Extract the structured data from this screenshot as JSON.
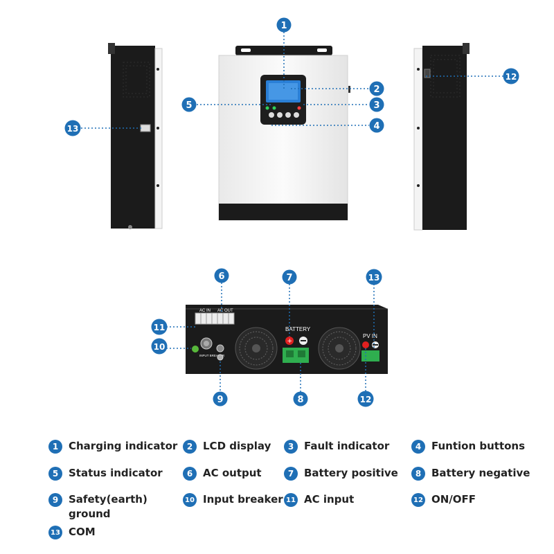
{
  "callouts": [
    "1",
    "2",
    "3",
    "4",
    "5",
    "6",
    "7",
    "8",
    "9",
    "10",
    "11",
    "12",
    "13"
  ],
  "panel_labels": {
    "ac_in": "AC  IN",
    "ac_out": "AC OUT",
    "battery": "BATTERY",
    "pv_in": "PV  IN",
    "input_breaker": "INPUT BREAKER"
  },
  "legend": [
    {
      "num": "1",
      "label": "Charging indicator"
    },
    {
      "num": "2",
      "label": "LCD display"
    },
    {
      "num": "3",
      "label": "Fault indicator"
    },
    {
      "num": "4",
      "label": "Funtion buttons"
    },
    {
      "num": "5",
      "label": "Status indicator"
    },
    {
      "num": "6",
      "label": "AC output"
    },
    {
      "num": "7",
      "label": "Battery positive"
    },
    {
      "num": "8",
      "label": "Battery negative"
    },
    {
      "num": "9",
      "label": "Safety(earth)\nground"
    },
    {
      "num": "10",
      "label": "Input breaker"
    },
    {
      "num": "11",
      "label": "AC input"
    },
    {
      "num": "12",
      "label": "ON/OFF"
    },
    {
      "num": "13",
      "label": "COM"
    }
  ],
  "colors": {
    "callout": "#1f6fb5",
    "device_black": "#1a1a1a",
    "device_white": "#f2f2f2",
    "terminal_green": "#2fae4f"
  }
}
